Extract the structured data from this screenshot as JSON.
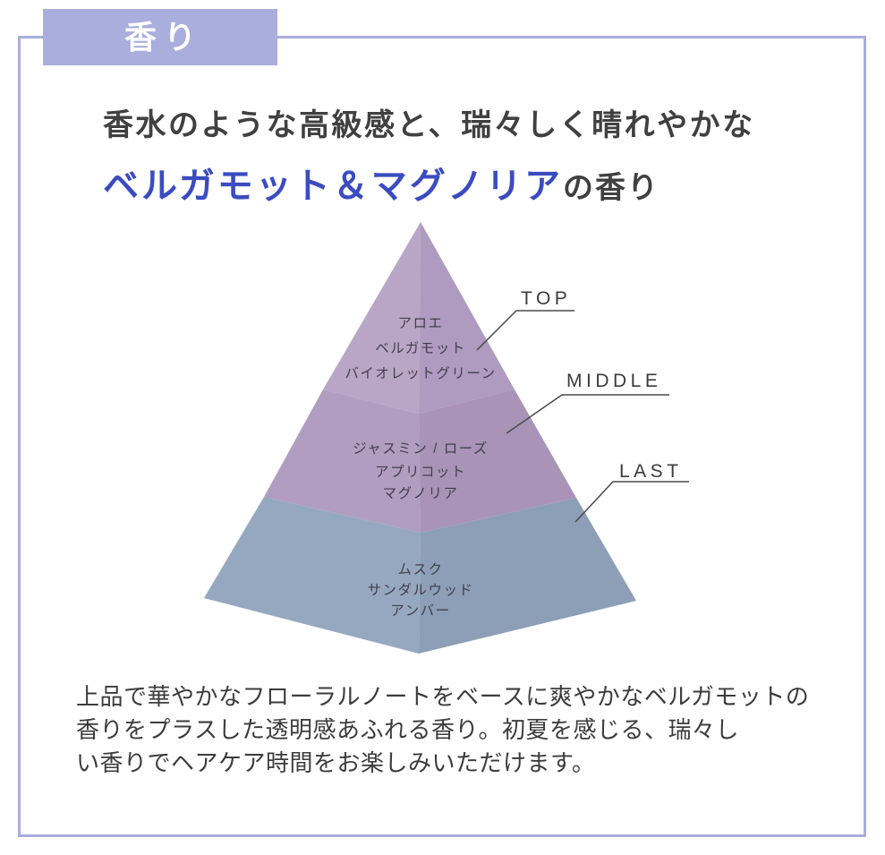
{
  "section": {
    "tab_label": "香り"
  },
  "heading": {
    "line1": "香水のような高級感と、瑞々しく晴れやかな",
    "keyword": "ベルガモット＆マグノリア",
    "suffix": "の香り"
  },
  "pyramid": {
    "levels": [
      {
        "label": "TOP",
        "notes": [
          "アロエ",
          "ベルガモット",
          "バイオレットグリーン"
        ],
        "color_left": "#b9a6c7",
        "color_right": "#af9ac0"
      },
      {
        "label": "MIDDLE",
        "notes": [
          "ジャスミン / ローズ",
          "アプリコット",
          "マグノリア"
        ],
        "color_left": "#b19dc0",
        "color_right": "#a993b7"
      },
      {
        "label": "LAST",
        "notes": [
          "ムスク",
          "サンダルウッド",
          "アンバー"
        ],
        "color_left": "#95a8bf",
        "color_right": "#8c9fb6"
      }
    ]
  },
  "description": {
    "lines": [
      "上品で華やかなフローラルノートをベースに爽やかなベルガモットの",
      "香りをプラスした透明感あふれる香り。初夏を感じる、瑞々し",
      "い香りでヘアケア時間をお楽しみいただけます。"
    ]
  },
  "colors": {
    "accent": "#a9aedd",
    "keyword": "#3b4cc0",
    "heading": "#404040",
    "body": "#3c3c3c",
    "label": "#3b3b3b",
    "note": "#433e4f",
    "leader": "#4a4a4a"
  }
}
